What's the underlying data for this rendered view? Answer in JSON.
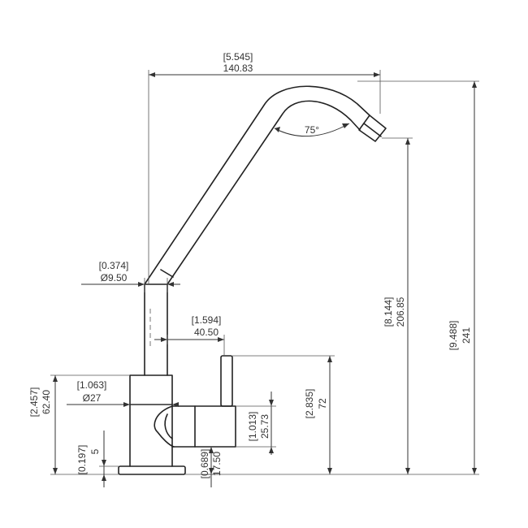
{
  "dimensions": {
    "spout_reach_in": "[5.545]",
    "spout_reach_mm": "140.83",
    "spout_angle": "75°",
    "spout_dia_in": "[0.374]",
    "spout_dia_mm": "Ø9.50",
    "handle_offset_in": "[1.594]",
    "handle_offset_mm": "40.50",
    "body_dia_in": "[1.063]",
    "body_dia_mm": "Ø27",
    "body_height_in": "[2.457]",
    "body_height_mm": "62.40",
    "base_height_in": "[0.197]",
    "base_height_mm": "5",
    "handle_center_in": "[0.689]",
    "handle_center_mm": "17.50",
    "handle_width_in": "[1.013]",
    "handle_width_mm": "25.73",
    "handle_height_in": "[2.835]",
    "handle_height_mm": "72",
    "outlet_height_in": "[8.144]",
    "outlet_height_mm": "206.85",
    "total_height_in": "[9.488]",
    "total_height_mm": "241"
  }
}
